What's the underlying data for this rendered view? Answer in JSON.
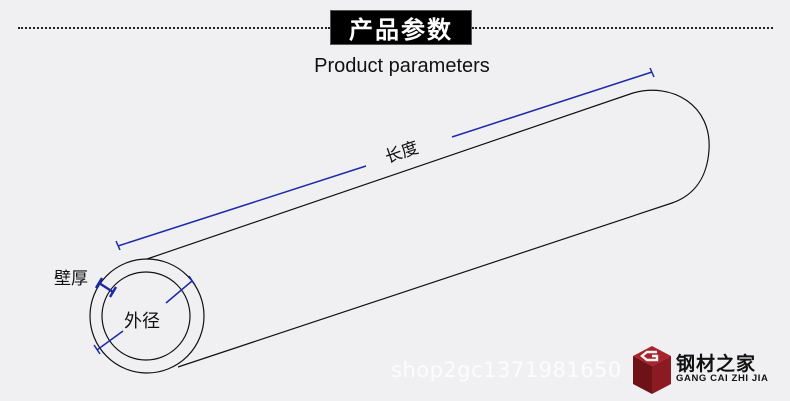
{
  "header": {
    "title_cn": "产品参数",
    "subtitle_en": "Product parameters"
  },
  "diagram": {
    "subject": "steel pipe",
    "labels": {
      "length": "长度",
      "wall_thickness": "壁厚",
      "outer_diameter": "外径"
    },
    "colors": {
      "background": "#f0f0f2",
      "outline": "#111111",
      "dimension_line": "#1c2aa8"
    }
  },
  "watermark": {
    "text": "shop2gc1371981650"
  },
  "logo": {
    "name_cn": "钢材之家",
    "name_en": "GANG CAI ZHI JIA",
    "colors": {
      "primary": "#8b1a22",
      "dark": "#5a0f14"
    }
  }
}
